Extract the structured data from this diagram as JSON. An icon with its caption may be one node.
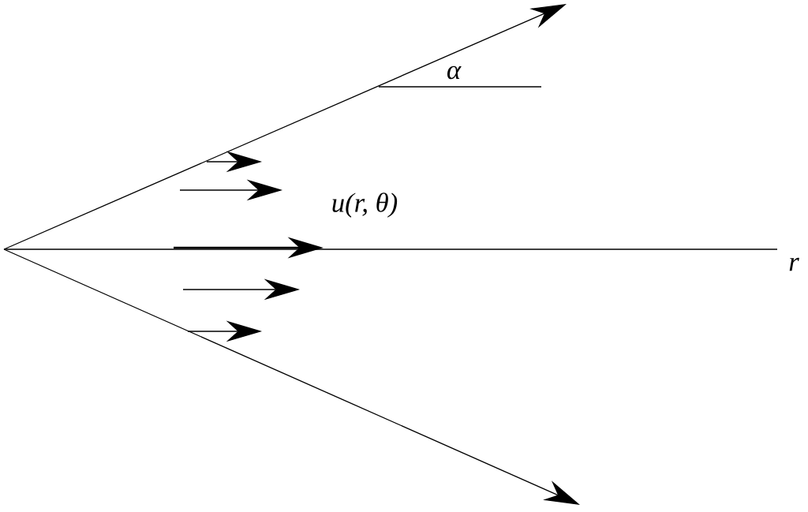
{
  "diagram": {
    "labels": [
      "α",
      "u(r, θ)",
      "r"
    ]
  }
}
